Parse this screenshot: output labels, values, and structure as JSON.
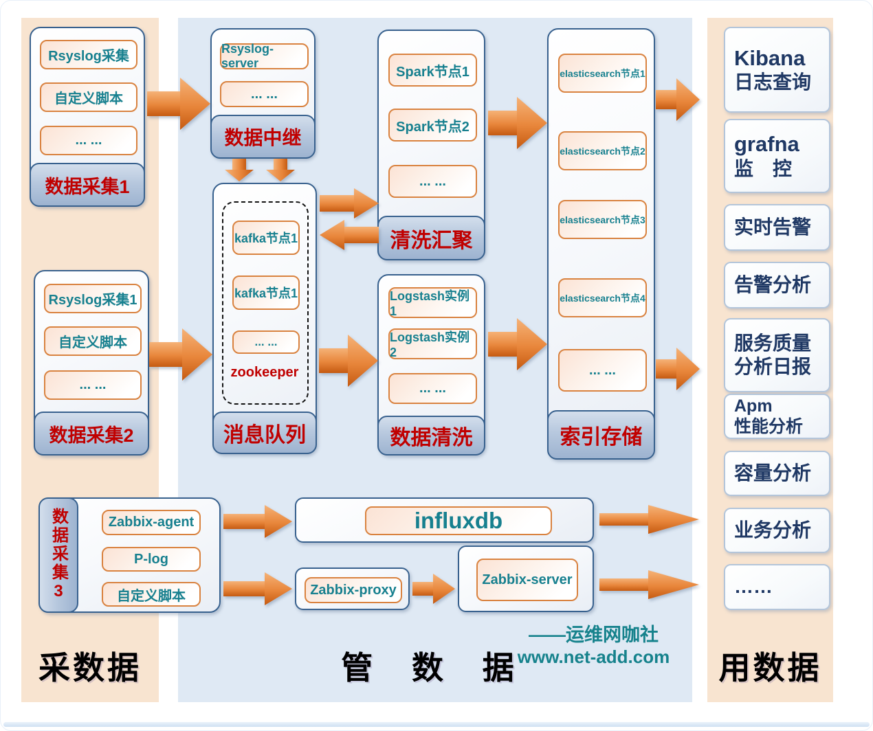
{
  "bands": {
    "left_label": "采数据",
    "middle_label": "管 数 据",
    "right_label": "用数据"
  },
  "credit": {
    "line1": "——运维网咖社",
    "line2": "www.net-add.com"
  },
  "blocks": {
    "collect1": {
      "title": "数据采集1",
      "items": [
        "Rsyslog采集",
        "自定义脚本",
        "... ..."
      ]
    },
    "collect2": {
      "title": "数据采集2",
      "items": [
        "Rsyslog采集1",
        "自定义脚本",
        "... ..."
      ]
    },
    "collect3": {
      "title": "数据采集3",
      "items": [
        "Zabbix-agent",
        "P-log",
        "自定义脚本"
      ]
    },
    "relay": {
      "title": "数据中继",
      "items": [
        "Rsyslog-server",
        "... ..."
      ]
    },
    "mq": {
      "title": "消息队列",
      "items": [
        "kafka节点1",
        "kafka节点1",
        "... ..."
      ],
      "note": "zookeeper"
    },
    "clean_agg": {
      "title": "清洗汇聚",
      "items": [
        "Spark节点1",
        "Spark节点2",
        "... ..."
      ]
    },
    "clean": {
      "title": "数据清洗",
      "items": [
        "Logstash实例1",
        "Logstash实例2",
        "... ..."
      ]
    },
    "index": {
      "title": "索引存储",
      "items": [
        "elasticsearch节点1",
        "elasticsearch节点2",
        "elasticsearch节点3",
        "elasticsearch节点4",
        "... ..."
      ]
    },
    "influxdb": {
      "label": "influxdb"
    },
    "zabbix_proxy": {
      "label": "Zabbix-proxy"
    },
    "zabbix_server": {
      "label": "Zabbix-server"
    }
  },
  "outputs": [
    {
      "line1": "Kibana",
      "line2": "日志查询"
    },
    {
      "line1": "grafna",
      "line2": "监　控"
    },
    {
      "line1": "实时告警"
    },
    {
      "line1": "告警分析"
    },
    {
      "line1": "服务质量",
      "line2": "分析日报"
    },
    {
      "line1": "Apm",
      "line2": "性能分析"
    },
    {
      "line1": "容量分析"
    },
    {
      "line1": "业务分析"
    },
    {
      "line1": "……"
    }
  ],
  "colors": {
    "band_peach": "#f8e4d0",
    "band_blue": "#dfe9f4",
    "border_blue": "#38618e",
    "footer_blue": "#b7c8de",
    "accent_orange": "#d9823f",
    "arrow_orange": "#c55a11",
    "teal": "#17808f",
    "navy": "#1f3864",
    "red": "#c00000"
  }
}
